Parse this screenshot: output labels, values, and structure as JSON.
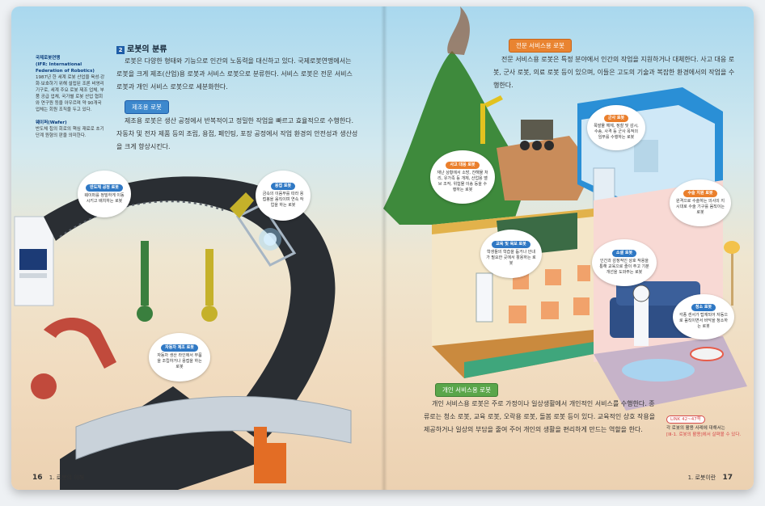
{
  "left_page": {
    "sidebar": {
      "term1_title": "국제로봇연맹",
      "term1_title_en": "(IFR: International Federation of Robotics)",
      "term1_body": "1987년 한 세계 로봇 산업을 육성·강화·보호하기 위해 설립된 조론 비영리 기구로, 세계 주요 로봇 제조 업체, 부품 공급 업체, 국가별 로봇 산업 협회와 연구원 등을 아우르며 약 90개국 업체는 회원 조직을 두고 있다.",
      "term2_title": "웨이퍼(Wafer)",
      "term2_body": "반도체 칩의 회로의 핵심 재료로 초기 단계 원형의 판을 의미한다."
    },
    "section_number": "2",
    "section_title": "로봇의 분류",
    "intro_paragraph": "로봇은 다양한 형태와 기능으로 인간의 노동력을 대신하고 있다. 국제로봇연맹에서는 로봇을 크게 제조(산업)용 로봇과 서비스 로봇으로 분류한다. 서비스 로봇은 전문 서비스 로봇과 개인 서비스 로봇으로 세분화한다.",
    "manufacturing_tag": "제조용 로봇",
    "manufacturing_paragraph": "제조용 로봇은 생산 공정에서 반복적이고 정밀한 작업을 빠르고 효율적으로 수행한다. 자동차 및 전자 제품 등의 조립, 용접, 페인팅, 포장 공정에서 작업 환경의 안전성과 생산성을 크게 향상시킨다.",
    "bubbles": [
      {
        "title": "반도체 공정 로봇",
        "body": "웨이퍼를 정밀하게 이동시키고 배치하는 로봇"
      },
      {
        "title": "용접 로봇",
        "body": "금속의 이음부를 따라 용접봉을 움직이며 연속 작업을 하는 로봇"
      },
      {
        "title": "자동차 제조 로봇",
        "body": "자동차 생산 라인에서 부품을 조립하거나 용접을 하는 로봇"
      }
    ],
    "footer_page": "16",
    "footer_chapter": "1. 로봇의 이해"
  },
  "right_page": {
    "pro_tag": "전문 서비스용 로봇",
    "pro_paragraph": "전문 서비스용 로봇은 특정 분야에서 인간의 작업을 지원하거나 대체한다. 사고 대응 로봇, 군사 로봇, 의료 로봇 등이 있으며, 이들은 고도의 기술과 복잡한 환경에서의 작업을 수행한다.",
    "bubbles": [
      {
        "title": "군사 로봇",
        "body": "폭발물 해체, 정찰 및 감시, 수송, 사격 등 군사 목적의 임무를 수행하는 로봇"
      },
      {
        "title": "사고 대응 로봇",
        "body": "재난 상황에서 소방, 잔해물 처리, 유가족 등 개체, 산업용 밸브 조작, 위험물 이송 등을 수행하는 로봇"
      },
      {
        "title": "수술 지원 로봇",
        "body": "원격으로 수술하는 의사의 지시대로 수술 기구를 움직이는 로봇"
      },
      {
        "title": "교육 및 육보 로봇",
        "body": "학생들의 학습을 돕거나 안내가 필요한 곳에서 활용하는 로봇"
      },
      {
        "title": "소셜 로봇",
        "body": "인간과 감정적인 상호 작용을 통해 교육으로 즐이 주고 기분 개선을 도와주는 로봇"
      },
      {
        "title": "청소 로봇",
        "body": "각종 센서가 탑재되어 자동으로 움직이면서 바닥을 청소하는 로봇"
      }
    ],
    "personal_tag": "개인 서비스용 로봇",
    "personal_paragraph": "개인 서비스용 로봇은 주로 가정이나 일상생활에서 개인적인 서비스를 수행한다. 종류로는 청소 로봇, 교육 로봇, 오락용 로봇, 돌봄 로봇 등이 있다. 교육적인 상호 작용을 제공하거나 일상의 부담을 줄여 주어 개인의 생활을 편리하게 만드는 역할을 한다.",
    "note_label": "LINK 42~47쪽",
    "note_body_1": "각 로봇의 활용 사례에 대해서는",
    "note_body_2": "[ⅠⅡ-1. 로봇의 활용]에서 살펴볼 수 있다.",
    "footer_chapter": "1. 로봇이란",
    "footer_page": "17"
  }
}
